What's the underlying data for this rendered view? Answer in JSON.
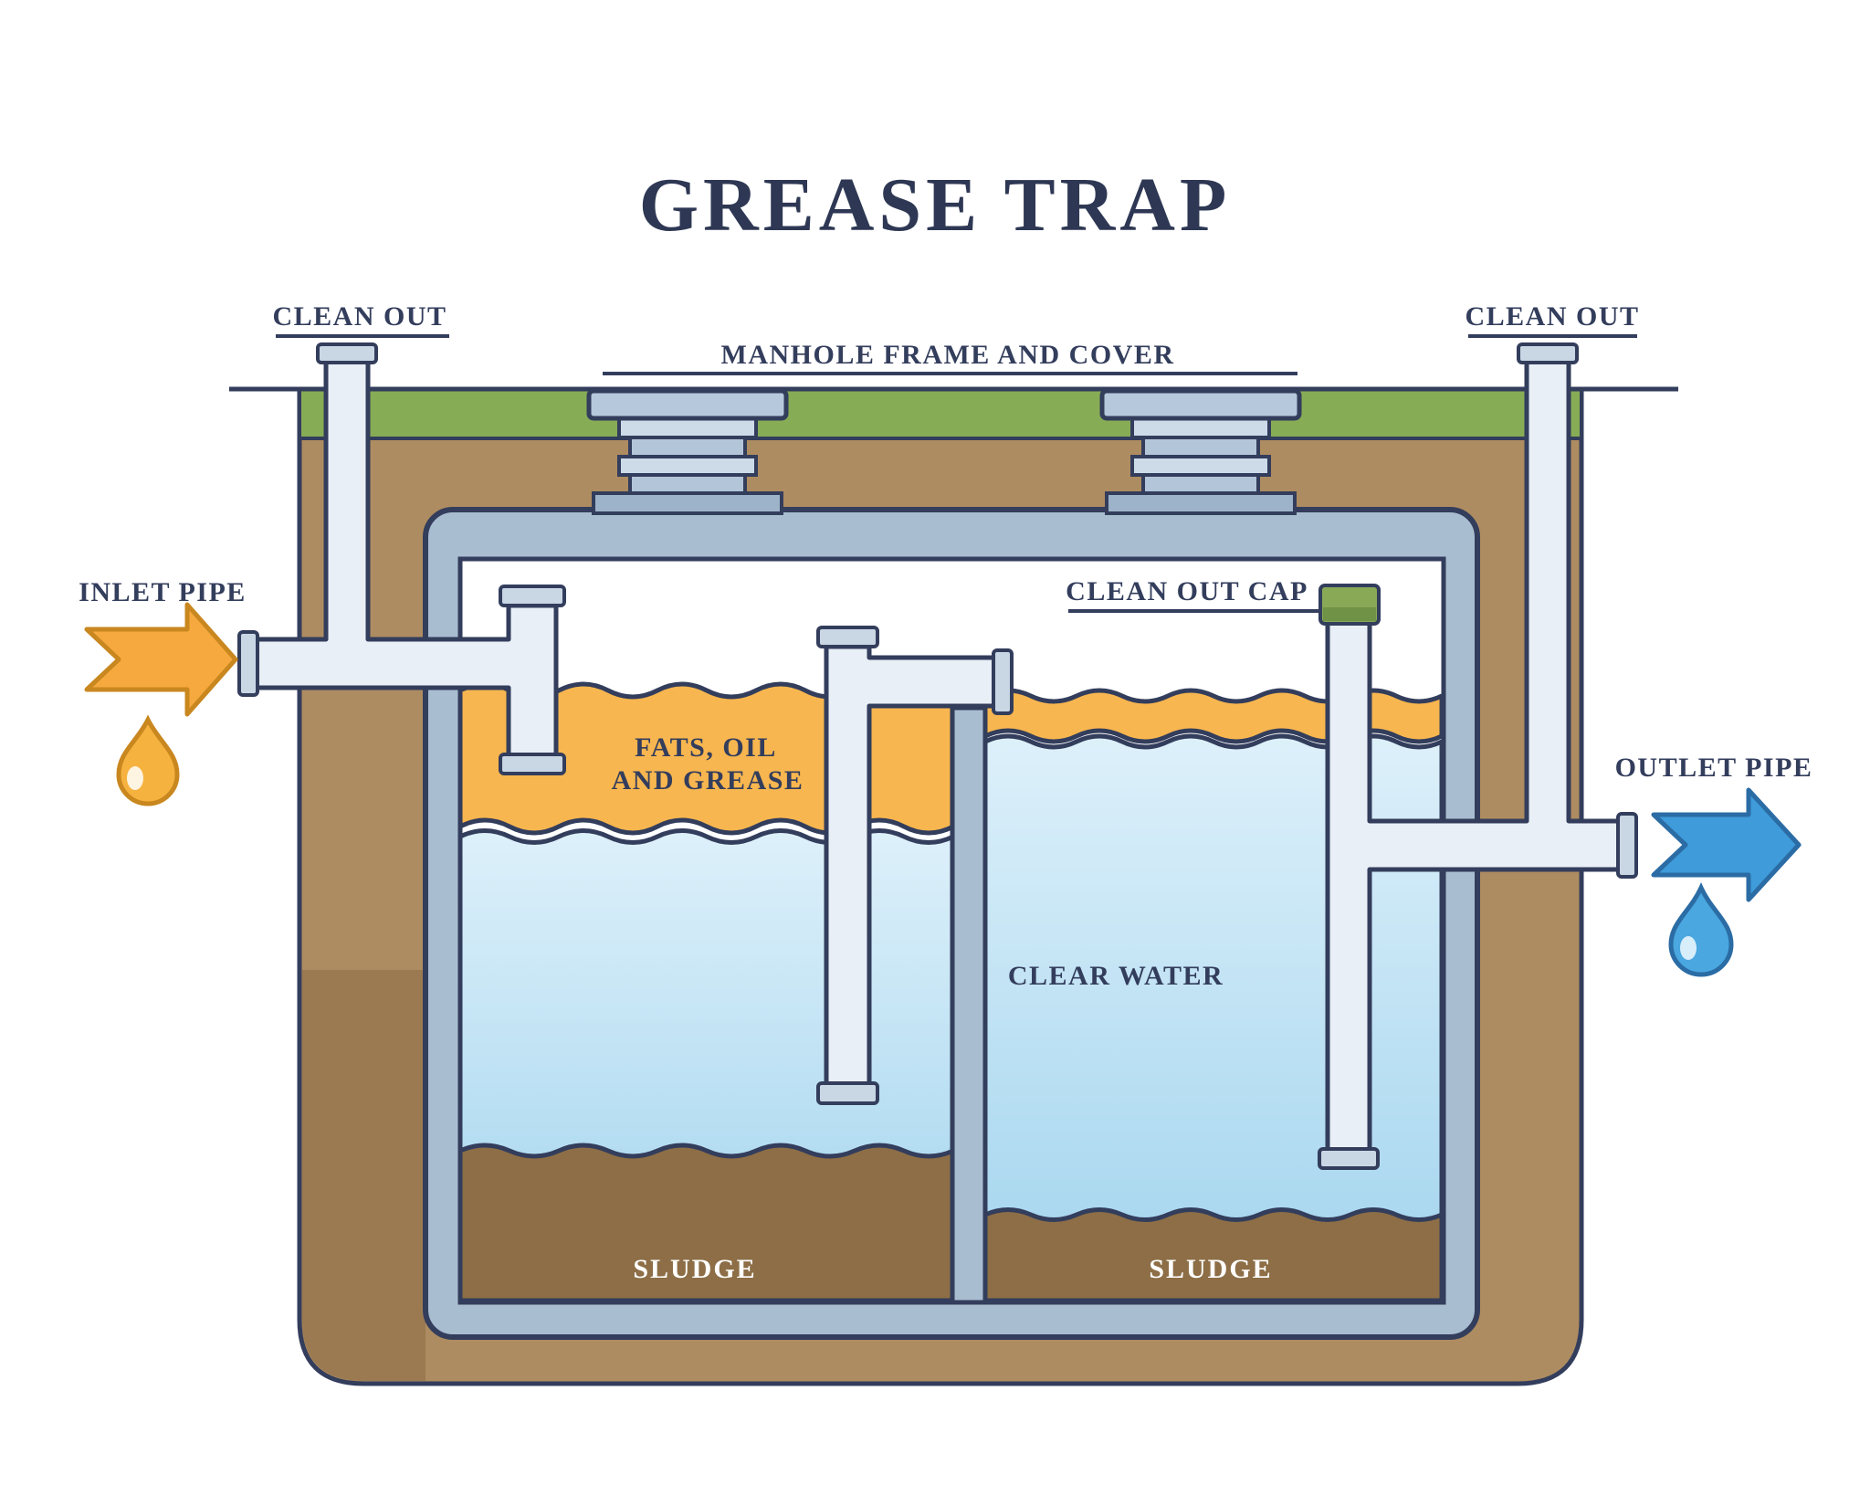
{
  "title": "GREASE TRAP",
  "labels": {
    "clean_out_left": "CLEAN OUT",
    "clean_out_right": "CLEAN OUT",
    "manhole_frame_cover": "MANHOLE FRAME AND COVER",
    "inlet_pipe": "INLET PIPE",
    "clean_out_cap": "CLEAN OUT CAP",
    "fats_oil_grease_line1": "FATS, OIL",
    "fats_oil_grease_line2": "AND GREASE",
    "outlet_pipe": "OUTLET PIPE",
    "clear_water": "CLEAR WATER",
    "sludge_left": "SLUDGE",
    "sludge_right": "SLUDGE"
  },
  "colors": {
    "outline_navy": "#333d5c",
    "title_navy": "#2e3854",
    "grass_green": "#87ac56",
    "soil_light": "#ae8c61",
    "soil_dark": "#9b7a52",
    "tank_wall": "#a9bdd0",
    "grease_orange": "#f7b64f",
    "water_light": "#ddf0fa",
    "water_deep": "#a2d4ee",
    "sludge_brown": "#8d6e46",
    "pipe_light": "#e9eff6",
    "pipe_flange": "#c9d6e4",
    "cap_green": "#8aa957",
    "cap_green_dark": "#6f9247",
    "inlet_arrow_orange": "#f6a93e",
    "inlet_arrow_outline": "#c9871f",
    "outlet_arrow_blue": "#3f9bd9",
    "outlet_arrow_outline": "#2b6ca5"
  }
}
